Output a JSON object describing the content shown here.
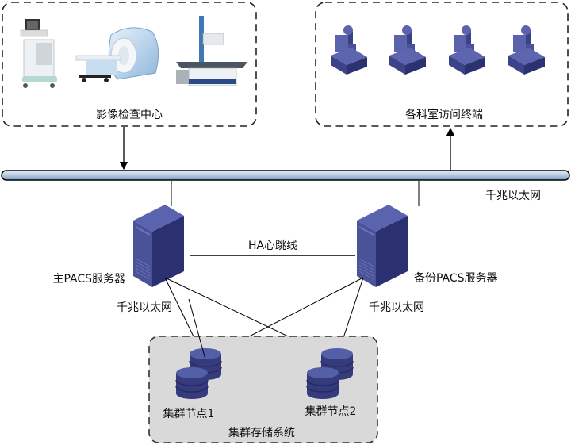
{
  "imaging_center": {
    "label": "影像检查中心",
    "devices": [
      "ultrasound-machine",
      "mri-scanner",
      "x-ray-machine"
    ]
  },
  "department_terminals": {
    "label": "各科室访问终端",
    "terminal_count": 4
  },
  "backbone": {
    "label": "千兆以太网"
  },
  "primary_server": {
    "label": "主PACS服务器",
    "link_label": "千兆以太网"
  },
  "backup_server": {
    "label": "备份PACS服务器",
    "link_label": "千兆以太网"
  },
  "heartbeat": {
    "label": "HA心跳线"
  },
  "storage_system": {
    "label": "集群存储系统",
    "nodes": [
      {
        "label": "集群节点1"
      },
      {
        "label": "集群节点2"
      }
    ]
  },
  "colors": {
    "device_blue": "#4a5298",
    "device_dark": "#2c3270",
    "bus_light": "#c9d9ea",
    "bus_dark": "#8aa6c6",
    "storage_bg": "#d9d9d9"
  }
}
